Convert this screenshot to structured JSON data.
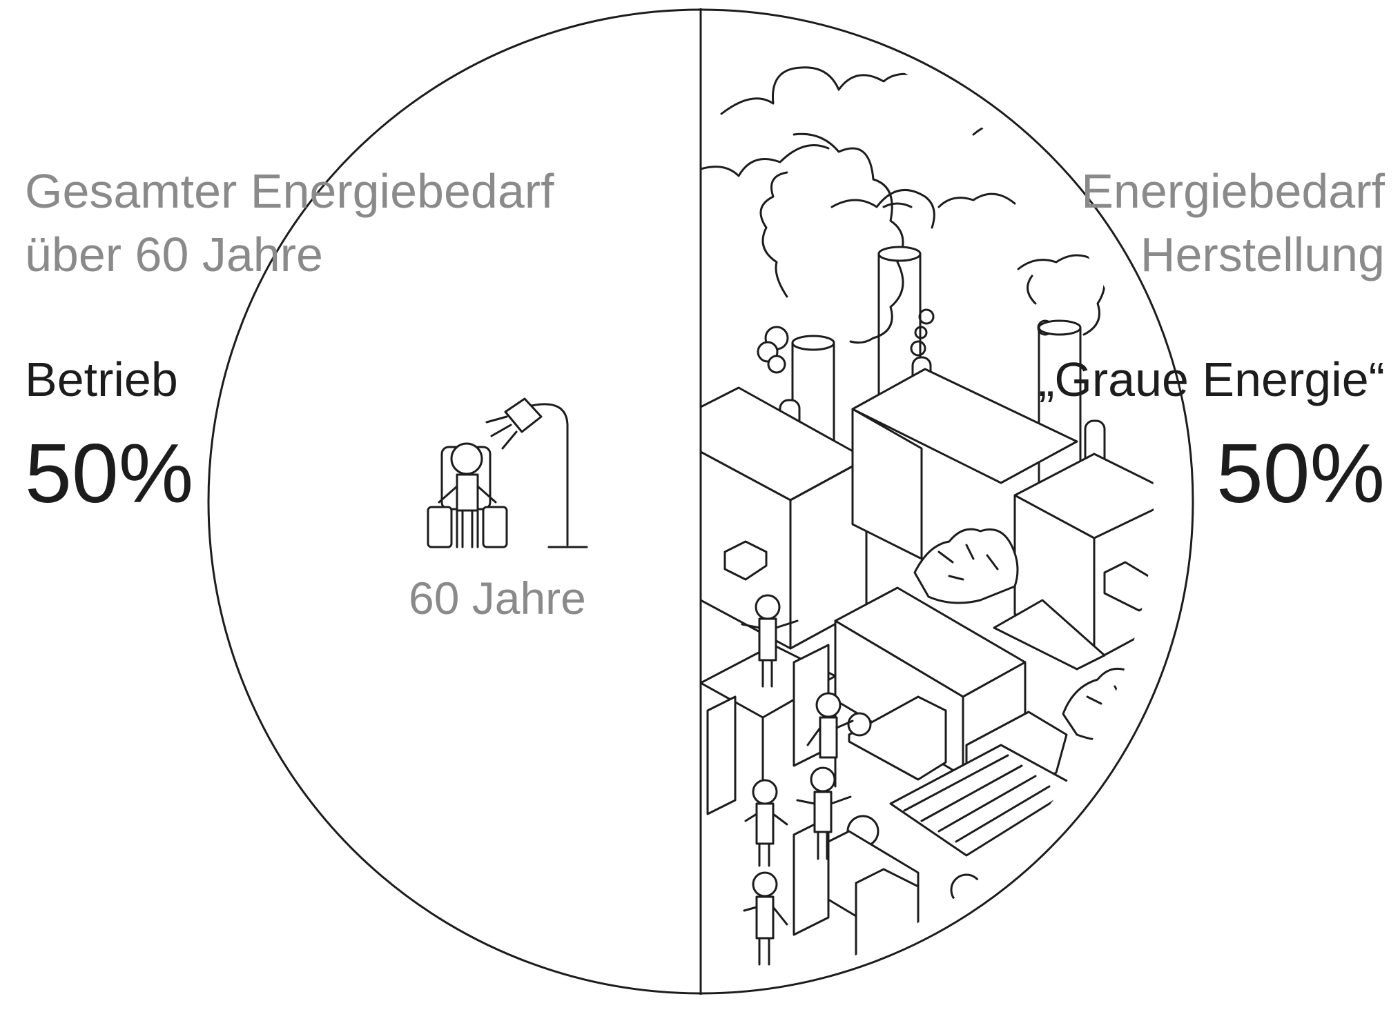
{
  "left": {
    "title_line1": "Gesamter Energiebedarf",
    "title_line2": "über 60 Jahre",
    "label": "Betrieb",
    "percent": "50%",
    "center_caption": "60 Jahre"
  },
  "right": {
    "title_line1": "Energiebedarf",
    "title_line2": "Herstellung",
    "label": "„Graue Energie“",
    "percent": "50%"
  },
  "share": {
    "operation": 50,
    "production": 50
  },
  "colors": {
    "line": "#1c1c1c",
    "gray_text": "#8a8a8a",
    "dark_text": "#1c1c1c",
    "background": "#ffffff"
  }
}
